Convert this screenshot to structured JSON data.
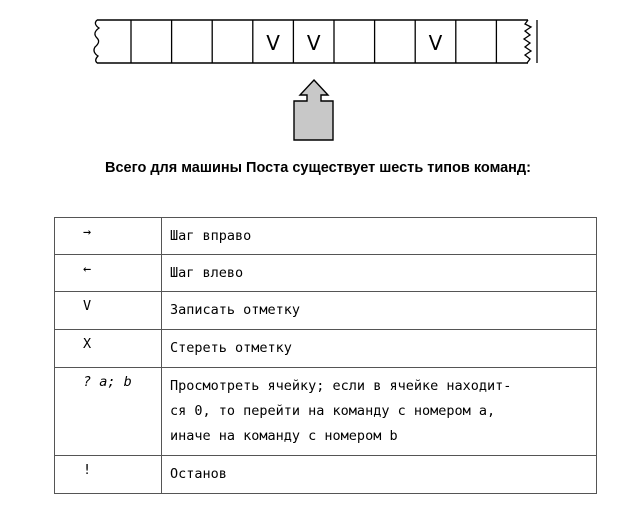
{
  "tape": {
    "cell_marks": [
      "",
      "",
      "",
      "V",
      "V",
      "",
      "",
      "V",
      "",
      "",
      ""
    ]
  },
  "heading": "Всего для машины Поста существует шесть типов команд:",
  "commands": [
    {
      "symbol": "→",
      "description_lines": [
        "Шаг вправо"
      ]
    },
    {
      "symbol": "←",
      "description_lines": [
        "Шаг влево"
      ]
    },
    {
      "symbol": "V",
      "description_lines": [
        "Записать отметку"
      ]
    },
    {
      "symbol": "X",
      "description_lines": [
        "Стереть отметку"
      ]
    },
    {
      "symbol": "? a; b",
      "description_lines": [
        "Просмотреть ячейку; если в ячейке находит-",
        "ся 0, то перейти на команду с номером a,",
        "иначе на команду с номером b"
      ]
    },
    {
      "symbol": "!",
      "description_lines": [
        "Останов"
      ]
    }
  ],
  "colors": {
    "head_fill": "#c8c8c8",
    "line": "#000000",
    "table_border": "#555555"
  }
}
